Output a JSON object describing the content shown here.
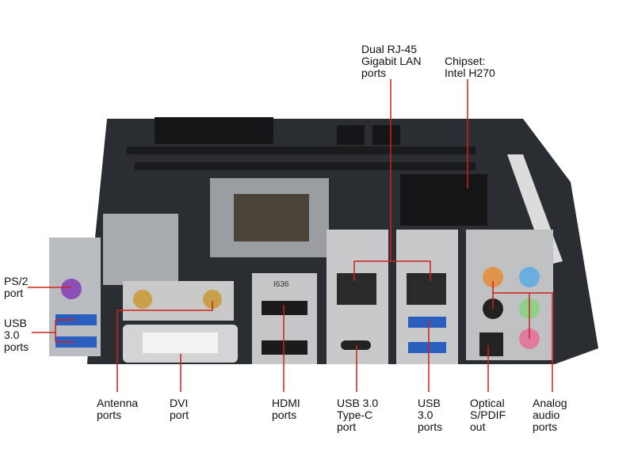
{
  "title": "Mini-ITX motherboard rear I/O",
  "chip_marking": "I636",
  "colors": {
    "leader": "#d0201a",
    "board": "#2a2d31",
    "shield": "#b9bcc0"
  },
  "labels": {
    "lan": [
      "Dual RJ-45",
      "Gigabit LAN",
      "ports"
    ],
    "chipset": [
      "Chipset:",
      "Intel H270"
    ],
    "ps2": [
      "PS/2",
      "port"
    ],
    "usb_left": [
      "USB",
      "3.0",
      "ports"
    ],
    "antenna": [
      "Antenna",
      "ports"
    ],
    "dvi": [
      "DVI",
      "port"
    ],
    "hdmi": [
      "HDMI",
      "ports"
    ],
    "typec": [
      "USB 3.0",
      "Type-C",
      "port"
    ],
    "usb_right": [
      "USB",
      "3.0",
      "ports"
    ],
    "optical": [
      "Optical",
      "S/PDIF",
      "out"
    ],
    "audio": [
      "Analog",
      "audio",
      "ports"
    ]
  }
}
